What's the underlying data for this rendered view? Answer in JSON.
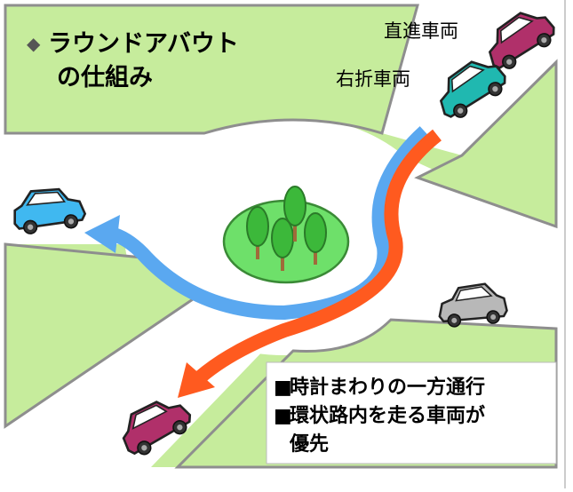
{
  "title": {
    "marker": "◆",
    "line1": "ラウンドアバウト",
    "line2": "の仕組み"
  },
  "vehicle_labels": {
    "straight": "直進車両",
    "right_turn": "右折車両"
  },
  "notes": [
    {
      "bullet": "■",
      "text": "時計まわりの一方通行"
    },
    {
      "bullet": "■",
      "text": "環状路内を走る車両が"
    },
    {
      "bullet": "",
      "text": "優先"
    }
  ],
  "colors": {
    "grass": "#c6ec9c",
    "road": "#ffffff",
    "road_edge": "#8e8e8e",
    "island": "#6ee06a",
    "tree": "#3cb83a",
    "trunk": "#a06a3a",
    "straight_path": "#ff5a1f",
    "right_turn_path": "#5aa8f0",
    "car_magenta": "#b0306a",
    "car_teal": "#20b8b0",
    "car_blue": "#40b8f0",
    "car_gray": "#b8b8b8"
  }
}
